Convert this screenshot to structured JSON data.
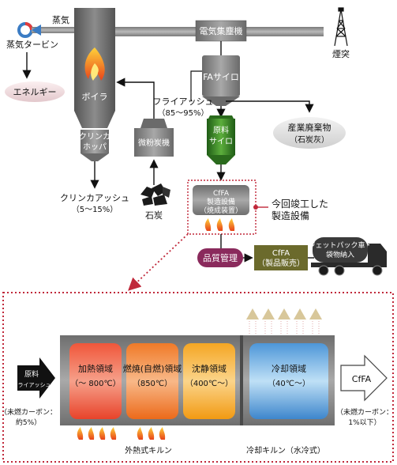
{
  "top": {
    "steam": "蒸気",
    "steam_turbine": "蒸気タービン",
    "energy": "エネルギー",
    "boiler": "ボイラ",
    "clinker_hopper_1": "クリンカ",
    "clinker_hopper_2": "ホッパ",
    "clinker_ash": "クリンカアッシュ",
    "clinker_ash_pct": "（5〜15%）",
    "pulverizer": "微粉炭機",
    "coal": "石炭",
    "esp": "電気集塵機",
    "fa_silo": "FAサイロ",
    "fly_ash": "フライアッシュ",
    "fly_ash_pct": "（85〜95%）",
    "chimney": "煙突",
    "industrial_waste_1": "産業廃棄物",
    "industrial_waste_2": "（石炭灰）",
    "raw_silo_1": "原料",
    "raw_silo_2": "サイロ",
    "cffa_plant_1": "CfFA",
    "cffa_plant_2": "製造設備",
    "cffa_plant_3": "（焼成装置）",
    "new_equipment_1": "今回竣工した",
    "new_equipment_2": "製造設備",
    "quality": "品質管理",
    "cffa_sales_1": "CfFA",
    "cffa_sales_2": "（製品販売）",
    "jetpack_1": "ジェットパック車・",
    "jetpack_2": "袋物納入"
  },
  "kiln": {
    "raw_1": "原料",
    "raw_2": "フライアッシュ",
    "unburnt_in_1": "（未燃カーボン：",
    "unburnt_in_2": "約5%）",
    "zone1_name": "加熱領域",
    "zone1_temp": "（〜 800℃）",
    "zone2_name": "燃焼(自燃)領域",
    "zone2_temp": "（850℃）",
    "zone3_name": "沈静領域",
    "zone3_temp": "（400℃〜）",
    "zone4_name": "冷却領域",
    "zone4_temp": "（40℃〜）",
    "product": "CfFA",
    "unburnt_out_1": "（未燃カーボン：",
    "unburnt_out_2": "1%以下）",
    "external_kiln": "外熱式キルン",
    "cooling_kiln": "冷却キルン（水冷式）"
  },
  "colors": {
    "gray_dark": "#5f5f5f",
    "gray_mid": "#8a8a8a",
    "green_silo": "#3c8a2a",
    "quality_purple": "#8a2a5c",
    "olive_sales": "#6b6a2c",
    "dotted_red": "#c0283a",
    "zone_red": "#e8432a",
    "zone_orange": "#f07a28",
    "zone_yellow": "#f5a623",
    "zone_blue": "#4d96d8"
  }
}
